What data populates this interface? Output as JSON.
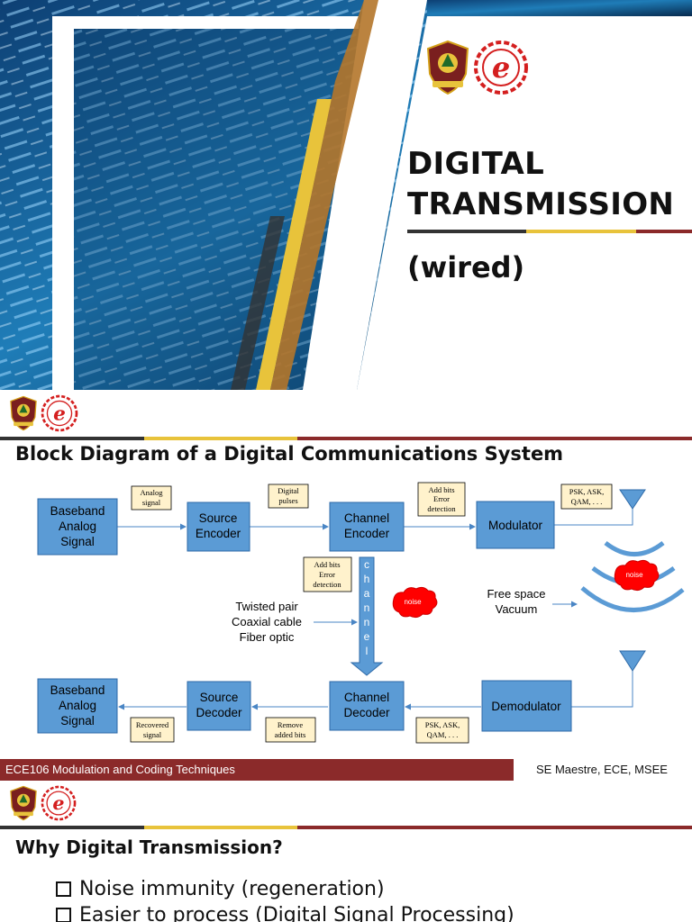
{
  "title_slide": {
    "title_lines": [
      "DIGITAL",
      "TRANSMISSION"
    ],
    "subtitle": "(wired)"
  },
  "block_diagram_slide": {
    "heading": "Block Diagram of a Digital Communications System",
    "blocks": {
      "baseband_tx": [
        "Baseband",
        "Analog",
        "Signal"
      ],
      "source_encoder": [
        "Source",
        "Encoder"
      ],
      "channel_encoder": [
        "Channel",
        "Encoder"
      ],
      "modulator": [
        "Modulator"
      ],
      "baseband_rx": [
        "Baseband",
        "Analog",
        "Signal"
      ],
      "source_decoder": [
        "Source",
        "Decoder"
      ],
      "channel_decoder": [
        "Channel",
        "Decoder"
      ],
      "demodulator": [
        "Demodulator"
      ]
    },
    "notes": {
      "analog_signal": [
        "Analog",
        "signal"
      ],
      "digital_pulses": [
        "Digital",
        "pulses"
      ],
      "add_bits_top": [
        "Add bits",
        "Error",
        "detection"
      ],
      "psk_top": [
        "PSK, ASK,",
        "QAM, . . ."
      ],
      "add_bits_mid": [
        "Add bits",
        "Error",
        "detection"
      ],
      "recovered_signal": [
        "Recovered",
        "signal"
      ],
      "remove_bits": [
        "Remove",
        "added bits"
      ],
      "psk_bottom": [
        "PSK, ASK,",
        "QAM, . . ."
      ]
    },
    "channel_letters": [
      "c",
      "h",
      "a",
      "n",
      "n",
      "e",
      "l"
    ],
    "wired_media": [
      "Twisted pair",
      "Coaxial cable",
      "Fiber optic"
    ],
    "wireless_media": [
      "Free space",
      "Vacuum"
    ],
    "noise_labels": [
      "noise",
      "noise"
    ],
    "footer_left": "ECE106 Modulation and Coding Techniques",
    "footer_right": "SE Maestre, ECE, MSEE"
  },
  "why_slide": {
    "heading": "Why Digital Transmission?",
    "bullets": [
      "Noise immunity (regeneration)",
      "Easier to process (Digital Signal Processing)"
    ]
  },
  "colors": {
    "maroon": "#8b2a2a",
    "gold": "#e8c33b",
    "charcoal": "#333333",
    "block_blue": "#5b9bd5",
    "note_yellow": "#fff2cc",
    "noise_red": "#ff0000"
  },
  "icons": [
    "university-seal-icon",
    "engineering-e-logo-icon",
    "antenna-icon",
    "noise-cloud-icon"
  ]
}
